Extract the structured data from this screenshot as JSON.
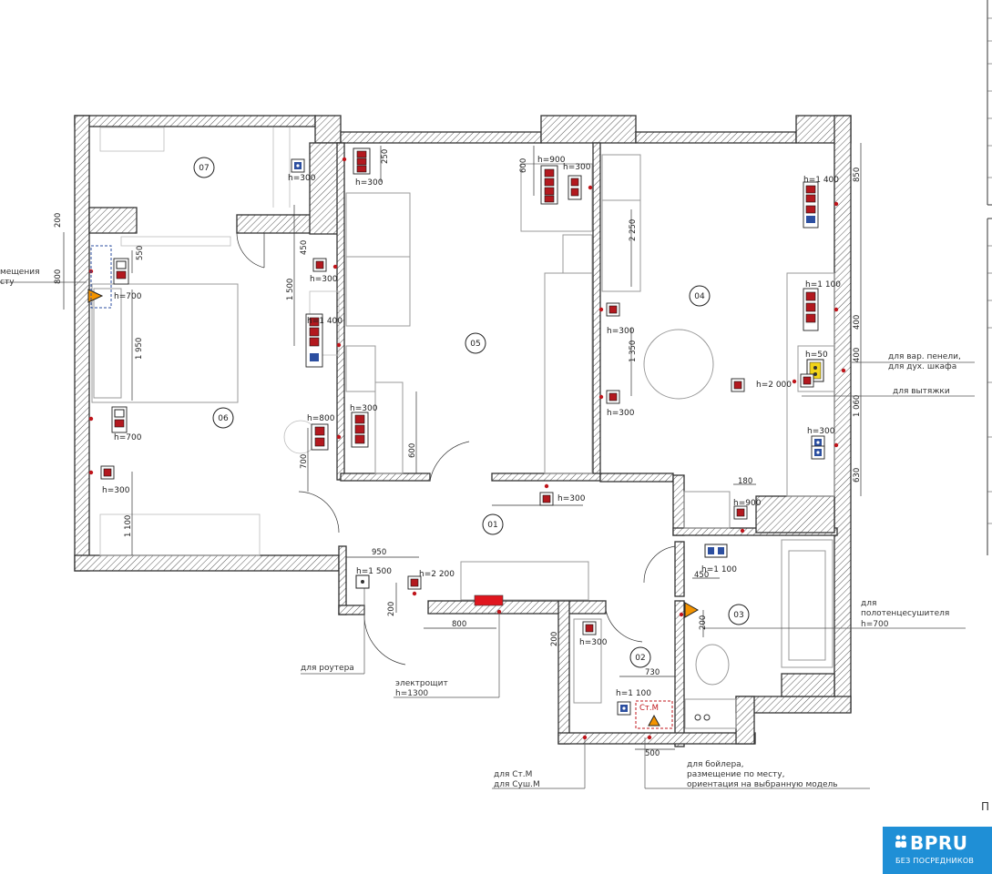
{
  "rooms": {
    "r01": "01",
    "r02": "02",
    "r03": "03",
    "r04": "04",
    "r05": "05",
    "r06": "06",
    "r07": "07"
  },
  "labels": {
    "h300": "h=300",
    "h700": "h=700",
    "h800": "h=800",
    "h900": "h=900",
    "h1100": "h=1 100",
    "h1400": "h=1 400",
    "h1500": "h=1 500",
    "h2000": "h=2 000",
    "h2200": "h=2 200",
    "h50": "h=50",
    "h1300": "h=1300"
  },
  "dims": {
    "d200": "200",
    "d800": "800",
    "d550": "550",
    "d450": "450",
    "d1500": "1 500",
    "d1950": "1 950",
    "d1100": "1 100",
    "d700": "700",
    "d250": "250",
    "d600": "600",
    "d2250": "2 250",
    "d1350": "1 350",
    "d850": "850",
    "d400": "400",
    "d1060": "1 060",
    "d630": "630",
    "d180": "180",
    "d950": "950",
    "d730": "730",
    "d500": "500"
  },
  "notes": {
    "left_top": "мещения",
    "left_bottom": "сту",
    "panel_1": "для вар. пенели,",
    "panel_2": "для дух. шкафа",
    "hood": "для вытяжки",
    "towel_1": "для",
    "towel_2": "полотенцесушителя",
    "towel_3": "h=700",
    "router": "для роутера",
    "shield_1": "электрощит",
    "shield_2": "h=1300",
    "wm_1": "для Ст.М",
    "wm_2": "для Суш.М",
    "boiler_1": "для бойлера,",
    "boiler_2": "размещение по месту,",
    "boiler_3": "ориентация на выбранную модель",
    "stm_box": "Ст.М",
    "right_edge": "П"
  },
  "logo": {
    "name": "BPRU",
    "subtitle": "БЕЗ ПОСРЕДНИКОВ"
  },
  "colors": {
    "socket": "#b3191f",
    "switch_blue": "#2c4fa0",
    "router_yellow": "#f1d31a",
    "warning_orange": "#f39300",
    "logo_bg": "#1f8fd6"
  }
}
